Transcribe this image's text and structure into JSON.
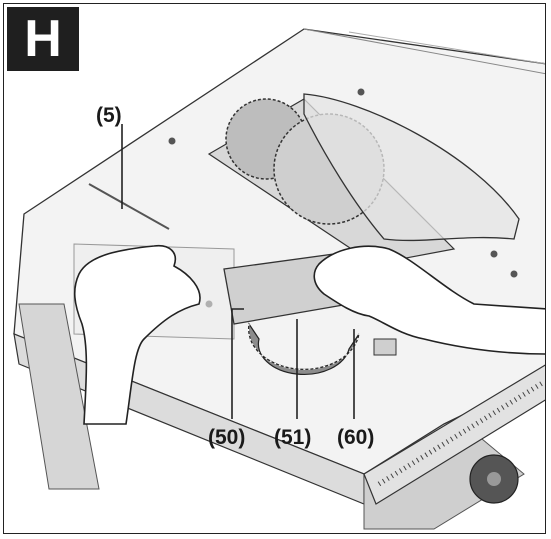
{
  "figure": {
    "letter": "H",
    "callouts": {
      "c5": "(5)",
      "c50": "(50)",
      "c51": "(51)",
      "c60": "(60)"
    }
  },
  "colors": {
    "line": "#333333",
    "surface": "#f2f2f2",
    "shade": "#c9c9c9",
    "badge": "#1f1f1f"
  },
  "icons": [
    "saw-blade-illustration",
    "hand-illustration",
    "mitre-gauge-illustration",
    "rip-fence-scale-illustration"
  ]
}
